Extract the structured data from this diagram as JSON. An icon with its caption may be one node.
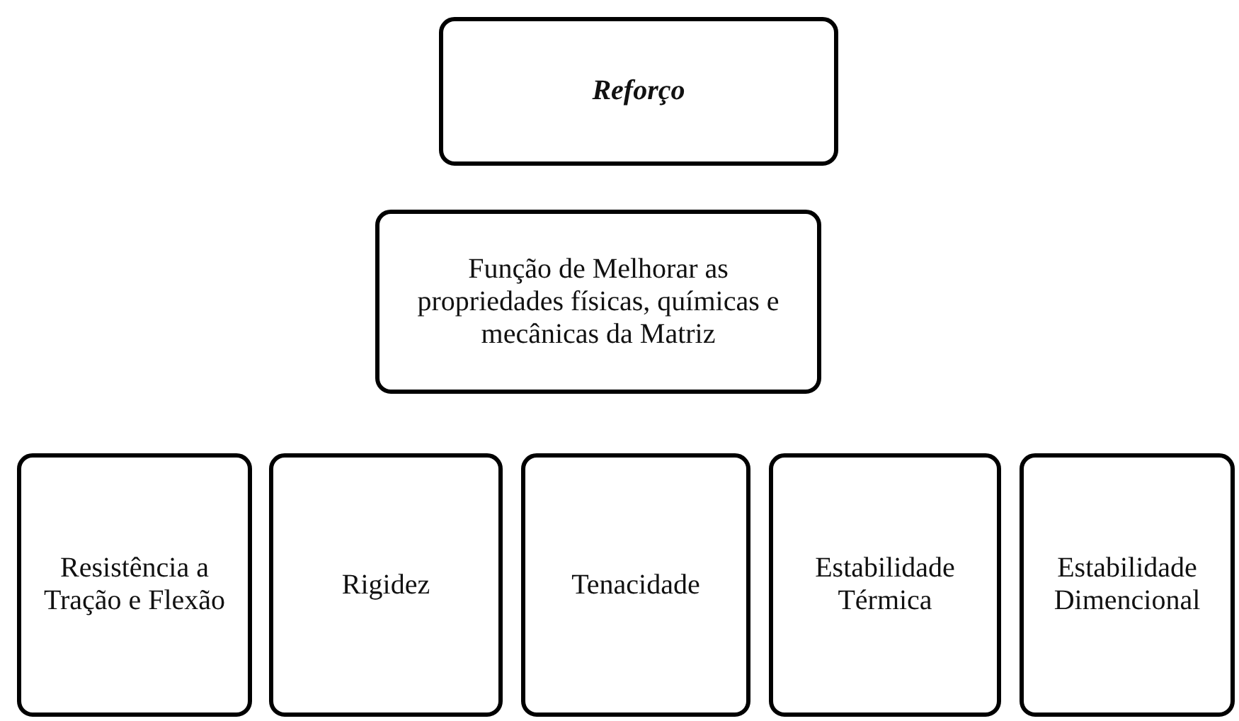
{
  "diagram": {
    "nodes": [
      {
        "text": [
          "Reforço"
        ]
      },
      {
        "text": [
          "Função de Melhorar as propriedades físicas, químicas e mecânicas da Matriz"
        ]
      },
      {
        "text": [
          "Resistência a Tração e Flexão"
        ]
      },
      {
        "text": [
          "Rigidez"
        ]
      },
      {
        "text": [
          "Tenacidade"
        ]
      },
      {
        "text": [
          "Estabilidade Térmica"
        ]
      },
      {
        "text": [
          "Estabilidade Dimencional"
        ]
      }
    ]
  }
}
